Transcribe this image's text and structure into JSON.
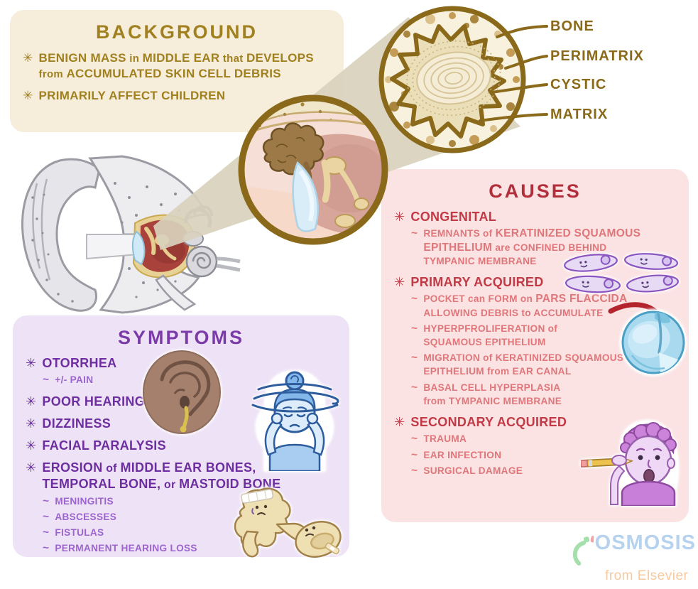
{
  "colors": {
    "background_accent": "#a0801f",
    "symptoms_accent": "#6d2fa0",
    "symptoms_sub": "#9c64cf",
    "causes_accent": "#c13a45",
    "causes_sub": "#e07679",
    "gold_ring": "#8a6a1a",
    "logo_blue": "#b7d2ee",
    "logo_orange": "#f7c9a0",
    "panel_cream": "#f6eddb",
    "panel_lavender": "#eee3f6",
    "panel_pink": "#fbe3e4"
  },
  "background": {
    "title": "BACKGROUND",
    "items": [
      {
        "bullet": "✳",
        "style": "main",
        "lines": [
          "**BENIGN MASS** in **MIDDLE EAR** that **DEVELOPS**",
          "from **ACCUMULATED SKIN CELL DEBRIS**"
        ]
      },
      {
        "bullet": "✳",
        "style": "main",
        "lines": [
          "**PRIMARILY AFFECT CHILDREN**"
        ]
      }
    ]
  },
  "histology": {
    "labels": [
      "BONE",
      "PERIMATRIX",
      "CYSTIC",
      "MATRIX"
    ]
  },
  "symptoms": {
    "title": "SYMPTOMS",
    "items": [
      {
        "bullet": "✳",
        "style": "main",
        "lines": [
          "**OTORRHEA**"
        ]
      },
      {
        "bullet": "~",
        "style": "sub",
        "lines": [
          "+/- PAIN"
        ]
      },
      {
        "bullet": "✳",
        "style": "main",
        "lines": [
          "**POOR HEARING**"
        ]
      },
      {
        "bullet": "✳",
        "style": "main",
        "lines": [
          "**DIZZINESS**"
        ]
      },
      {
        "bullet": "✳",
        "style": "main",
        "lines": [
          "**FACIAL PARALYSIS**"
        ]
      },
      {
        "bullet": "✳",
        "style": "main",
        "lines": [
          "**EROSION** of **MIDDLE EAR BONES,**",
          "**TEMPORAL BONE,** or **MASTOID BONE**"
        ]
      },
      {
        "bullet": "~",
        "style": "sub",
        "lines": [
          "MENINGITIS"
        ]
      },
      {
        "bullet": "~",
        "style": "sub",
        "lines": [
          "ABSCESSES"
        ]
      },
      {
        "bullet": "~",
        "style": "sub",
        "lines": [
          "FISTULAS"
        ]
      },
      {
        "bullet": "~",
        "style": "sub",
        "lines": [
          "PERMANENT HEARING LOSS"
        ]
      }
    ]
  },
  "causes": {
    "title": "CAUSES",
    "items": [
      {
        "bullet": "✳",
        "style": "main",
        "lines": [
          "**CONGENITAL**"
        ]
      },
      {
        "bullet": "~",
        "style": "sub",
        "lines": [
          "REMNANTS of **KERATINIZED SQUAMOUS**",
          "**EPITHELIUM** are CONFINED BEHIND",
          "TYMPANIC MEMBRANE"
        ]
      },
      {
        "bullet": "✳",
        "style": "main",
        "lines": [
          "**PRIMARY ACQUIRED**"
        ]
      },
      {
        "bullet": "~",
        "style": "sub",
        "lines": [
          "POCKET can FORM on **PARS FLACCIDA**",
          "ALLOWING DEBRIS to ACCUMULATE"
        ]
      },
      {
        "bullet": "~",
        "style": "sub",
        "lines": [
          "HYPERPFROLIFERATION of",
          "SQUAMOUS EPITHELIUM"
        ]
      },
      {
        "bullet": "~",
        "style": "sub",
        "lines": [
          "MIGRATION of KERATINIZED SQUAMOUS",
          "EPITHELIUM from EAR CANAL"
        ]
      },
      {
        "bullet": "~",
        "style": "sub",
        "lines": [
          "BASAL CELL HYPERPLASIA",
          "from TYMPANIC MEMBRANE"
        ]
      },
      {
        "bullet": "✳",
        "style": "main",
        "lines": [
          "**SECONDARY ACQUIRED**"
        ]
      },
      {
        "bullet": "~",
        "style": "sub",
        "lines": [
          "TRAUMA"
        ]
      },
      {
        "bullet": "~",
        "style": "sub",
        "lines": [
          "EAR INFECTION"
        ]
      },
      {
        "bullet": "~",
        "style": "sub",
        "lines": [
          "SURGICAL DAMAGE"
        ]
      }
    ]
  },
  "logo": {
    "name": "OSMOSIS",
    "tagline": "from Elsevier"
  },
  "icons": [
    "histology-zoom-circle",
    "cholesteatoma-zoom-circle",
    "ear-anatomy-illustration",
    "ear-discharge-illustration",
    "dizzy-person-illustration",
    "eroded-ossicles-illustration",
    "squamous-cells-illustration",
    "tympanic-membrane-illustration",
    "red-arrow-icon",
    "person-pencil-ear-illustration",
    "osmosis-logo-mark"
  ]
}
